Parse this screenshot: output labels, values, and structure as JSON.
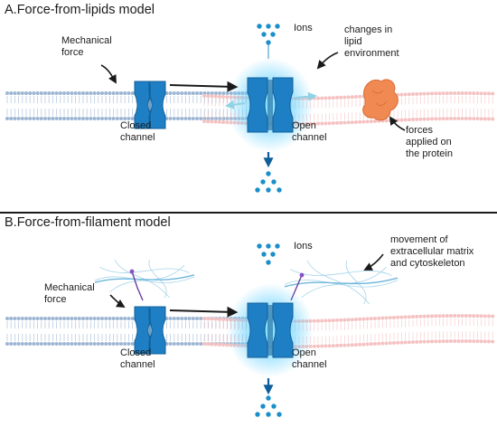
{
  "panel_a": {
    "title": "A.Force-from-lipids model",
    "mechanical_force": "Mechanical\nforce",
    "closed_channel": "Closed\nchannel",
    "ions": "Ions",
    "lipid_changes": "changes in\nlipid\nenvironment",
    "open_channel": "Open\nchannel",
    "protein_forces": "forces\napplied on\nthe protein"
  },
  "panel_b": {
    "title": "B.Force-from-filament model",
    "mechanical_force": "Mechanical\nforce",
    "closed_channel": "Closed\nchannel",
    "ions": "Ions",
    "ecm_movement": "movement of\nextracellular matrix\nand cytoskeleton",
    "open_channel": "Open\nchannel"
  },
  "colors": {
    "channel": "#1f7fc4",
    "channel_dark": "#115f99",
    "glow": "#5fd0ff",
    "ion": "#1b8fc9",
    "membrane_blue": "#9db6d3",
    "membrane_pink": "#f5c2c2",
    "protein": "#f08a52",
    "filament": "#9fd0e8",
    "arrow": "#1a1a1a",
    "flow_arrow": "#8fd3e6",
    "ion_arrow": "#0f5f9a"
  },
  "icons": [
    "mechanosensitive-channel-icon",
    "ion-dot-icon",
    "lipid-bilayer-icon",
    "protein-blob-icon",
    "filament-network-icon",
    "tether-icon"
  ]
}
